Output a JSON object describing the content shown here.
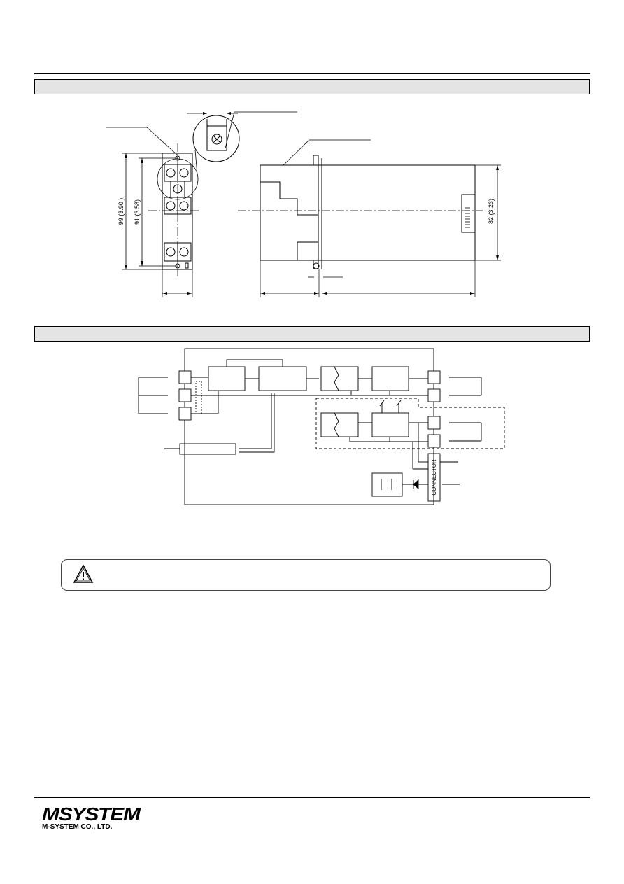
{
  "dimensions": {
    "height_99": "99 (3.90 )",
    "height_91": "91 (3.58)",
    "height_82": "82 (3.23)"
  },
  "block_diagram": {
    "connector_label": "CONNECTOR"
  },
  "footer": {
    "logo_text": "MSYSTEM",
    "company_name": "M-SYSTEM CO., LTD."
  }
}
